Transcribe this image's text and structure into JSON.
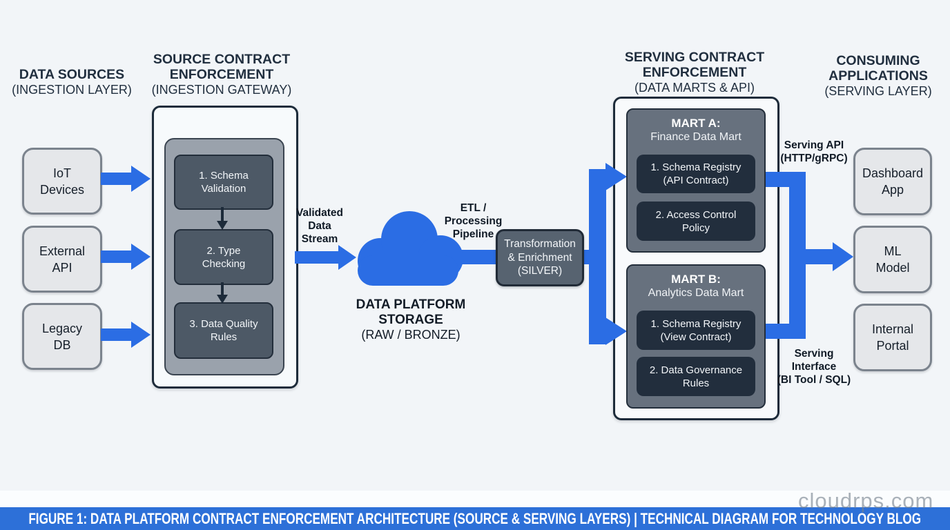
{
  "colors": {
    "background": "#f2f5f8",
    "accent_blue": "#2b6de4",
    "footer_bar_blue": "#2d70d8",
    "dark_navy": "#1d2b3a",
    "step_slate": "#4d5966",
    "mart_gray": "#67717e",
    "mart_item_dark": "#222e3d",
    "node_light_gray": "#e5e7ea",
    "node_border_gray": "#7b838d"
  },
  "headers": {
    "data_sources": {
      "main": "DATA SOURCES",
      "sub": "(INGESTION LAYER)"
    },
    "source_contract": {
      "main": "SOURCE CONTRACT\nENFORCEMENT",
      "sub": "(INGESTION GATEWAY)"
    },
    "serving_contract": {
      "main": "SERVING CONTRACT\nENFORCEMENT",
      "sub": "(DATA MARTS & API)"
    },
    "consuming_apps": {
      "main": "CONSUMING\nAPPLICATIONS",
      "sub": "(SERVING LAYER)"
    }
  },
  "sources": {
    "items": [
      "IoT\nDevices",
      "External\nAPI",
      "Legacy\nDB"
    ]
  },
  "gateway": {
    "steps": [
      "1. Schema\nValidation",
      "2. Type\nChecking",
      "3. Data Quality\nRules"
    ]
  },
  "flow_labels": {
    "validated_stream": "Validated\nData\nStream",
    "etl_pipeline": "ETL /\nProcessing\nPipeline",
    "serving_api": "Serving API\n(HTTP/gRPC)",
    "serving_interface": "Serving\nInterface\n(BI Tool / SQL)"
  },
  "storage": {
    "label_main": "DATA PLATFORM\nSTORAGE",
    "label_sub": "(RAW / BRONZE)"
  },
  "transformation": {
    "label": "Transformation\n& Enrichment\n(SILVER)"
  },
  "marts": {
    "a": {
      "title": "MART A:",
      "subtitle": "Finance Data Mart",
      "items": [
        "1. Schema Registry\n(API Contract)",
        "2. Access Control\nPolicy"
      ]
    },
    "b": {
      "title": "MART B:",
      "subtitle": "Analytics Data Mart",
      "items": [
        "1. Schema Registry\n(View Contract)",
        "2. Data Governance\nRules"
      ]
    }
  },
  "consumers": {
    "items": [
      "Dashboard\nApp",
      "ML\nModel",
      "Internal\nPortal"
    ]
  },
  "footer": {
    "caption": "FIGURE 1: DATA PLATFORM CONTRACT ENFORCEMENT ARCHITECTURE (SOURCE & SERVING LAYERS) | TECHNICAL DIAGRAM FOR TECHNOLOGY BLOG"
  },
  "watermark": "cloudrps.com"
}
